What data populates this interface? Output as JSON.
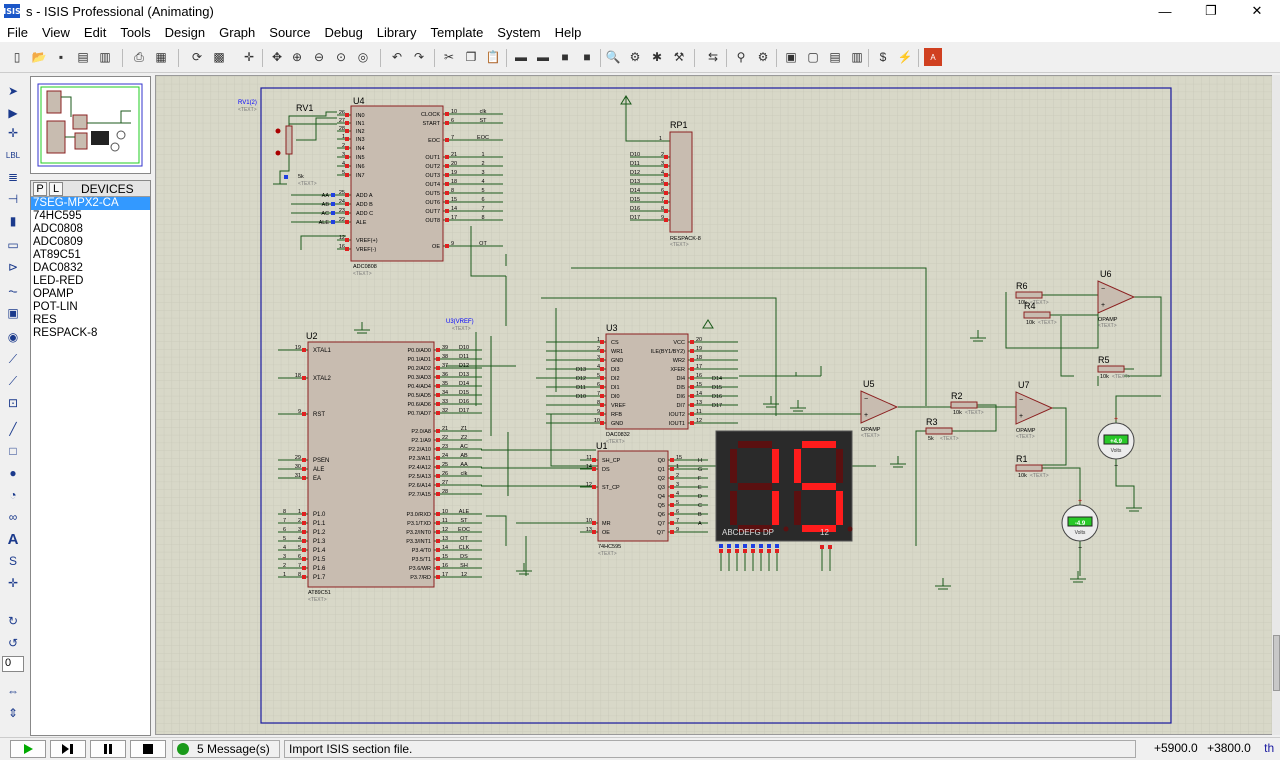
{
  "window": {
    "title": "s - ISIS Professional (Animating)",
    "logo_text": "ISIS",
    "minimize": "—",
    "maximize": "❐",
    "close": "✕"
  },
  "menu": [
    "File",
    "View",
    "Edit",
    "Tools",
    "Design",
    "Graph",
    "Source",
    "Debug",
    "Library",
    "Template",
    "System",
    "Help"
  ],
  "devices": {
    "tab_p": "P",
    "tab_l": "L",
    "title": "DEVICES",
    "items": [
      "7SEG-MPX2-CA",
      "74HC595",
      "ADC0808",
      "ADC0809",
      "AT89C51",
      "DAC0832",
      "LED-RED",
      "OPAMP",
      "POT-LIN",
      "RES",
      "RESPACK-8"
    ],
    "selected_index": 0
  },
  "left_toolbar": {
    "rotation": "0"
  },
  "status": {
    "messages": "5 Message(s)",
    "message_text": "Import ISIS section file.",
    "coord_x": "+5900.0",
    "coord_y": "+3800.0",
    "unit": "th"
  },
  "schematic": {
    "rv1": {
      "ref": "RV1",
      "val": "5k",
      "net": "RV1(2)",
      "text": "<TEXT>"
    },
    "u4": {
      "ref": "U4",
      "part": "ADC0808",
      "text": "<TEXT>",
      "left_pins": [
        [
          "26",
          "IN0"
        ],
        [
          "27",
          "IN1"
        ],
        [
          "28",
          "IN2"
        ],
        [
          "1",
          "IN3"
        ],
        [
          "2",
          "IN4"
        ],
        [
          "3",
          "IN5"
        ],
        [
          "4",
          "IN6"
        ],
        [
          "5",
          "IN7"
        ],
        [
          "25",
          "ADD A"
        ],
        [
          "24",
          "ADD B"
        ],
        [
          "23",
          "ADD C"
        ],
        [
          "22",
          "ALE"
        ],
        [
          "12",
          "VREF(+)"
        ],
        [
          "16",
          "VREF(-)"
        ]
      ],
      "left_nets": [
        "AA",
        "AB",
        "AC",
        "ALE"
      ],
      "right_pins": [
        [
          "10",
          "CLOCK",
          "clk"
        ],
        [
          "6",
          "START",
          "ST"
        ],
        [
          "7",
          "EOC",
          "EOC"
        ],
        [
          "21",
          "OUT1",
          "1"
        ],
        [
          "20",
          "OUT2",
          "2"
        ],
        [
          "19",
          "OUT3",
          "3"
        ],
        [
          "18",
          "OUT4",
          "4"
        ],
        [
          "8",
          "OUT5",
          "5"
        ],
        [
          "15",
          "OUT6",
          "6"
        ],
        [
          "14",
          "OUT7",
          "7"
        ],
        [
          "17",
          "OUT8",
          "8"
        ],
        [
          "9",
          "OE",
          "OT"
        ]
      ]
    },
    "rp1": {
      "ref": "RP1",
      "part": "RESPACK-8",
      "text": "<TEXT>",
      "pins": [
        [
          "D10",
          "2"
        ],
        [
          "D11",
          "3"
        ],
        [
          "D12",
          "4"
        ],
        [
          "D13",
          "5"
        ],
        [
          "D14",
          "6"
        ],
        [
          "D15",
          "7"
        ],
        [
          "D16",
          "8"
        ],
        [
          "D17",
          "9"
        ]
      ],
      "top_pin": "1"
    },
    "u2": {
      "ref": "U2",
      "part": "AT89C51",
      "text": "<TEXT>",
      "left_pins": [
        [
          "19",
          "XTAL1"
        ],
        [
          "18",
          "XTAL2"
        ],
        [
          "9",
          "RST"
        ],
        [
          "29",
          "PSEN"
        ],
        [
          "30",
          "ALE"
        ],
        [
          "31",
          "EA"
        ],
        [
          "1",
          "P1.0"
        ],
        [
          "2",
          "P1.1"
        ],
        [
          "3",
          "P1.2"
        ],
        [
          "4",
          "P1.3"
        ],
        [
          "5",
          "P1.4"
        ],
        [
          "6",
          "P1.5"
        ],
        [
          "7",
          "P1.6"
        ],
        [
          "8",
          "P1.7"
        ]
      ],
      "left_nets": [
        "8",
        "7",
        "6",
        "5",
        "4",
        "3",
        "2",
        "1"
      ],
      "right_pins": [
        [
          "39",
          "P0.0/AD0",
          "D10"
        ],
        [
          "38",
          "P0.1/AD1",
          "D11"
        ],
        [
          "37",
          "P0.2/AD2",
          "D12"
        ],
        [
          "36",
          "P0.3/AD3",
          "D13"
        ],
        [
          "35",
          "P0.4/AD4",
          "D14"
        ],
        [
          "34",
          "P0.5/AD5",
          "D15"
        ],
        [
          "33",
          "P0.6/AD6",
          "D16"
        ],
        [
          "32",
          "P0.7/AD7",
          "D17"
        ],
        [
          "21",
          "P2.0/A8",
          "Z1"
        ],
        [
          "22",
          "P2.1/A9",
          "Z2"
        ],
        [
          "23",
          "P2.2/A10",
          "AC"
        ],
        [
          "24",
          "P2.3/A11",
          "AB"
        ],
        [
          "25",
          "P2.4/A12",
          "AA"
        ],
        [
          "26",
          "P2.5/A13",
          "clk"
        ],
        [
          "27",
          "P2.6/A14",
          ""
        ],
        [
          "28",
          "P2.7/A15",
          ""
        ],
        [
          "10",
          "P3.0/RXD",
          "ALE"
        ],
        [
          "11",
          "P3.1/TXD",
          "ST"
        ],
        [
          "12",
          "P3.2/INT0",
          "EOC"
        ],
        [
          "13",
          "P3.3/INT1",
          "OT"
        ],
        [
          "14",
          "P3.4/T0",
          "CLK"
        ],
        [
          "15",
          "P3.5/T1",
          "DS"
        ],
        [
          "16",
          "P3.6/WR",
          "SH"
        ],
        [
          "17",
          "P3.7/RD",
          "12"
        ]
      ]
    },
    "u3": {
      "ref": "U3",
      "part": "DAC0832",
      "text": "<TEXT>",
      "net": "U3(VREF)",
      "left_pins": [
        [
          "1",
          "CS"
        ],
        [
          "2",
          "WR1"
        ],
        [
          "3",
          "GND"
        ],
        [
          "4",
          "DI3"
        ],
        [
          "5",
          "DI2"
        ],
        [
          "6",
          "DI1"
        ],
        [
          "7",
          "DI0"
        ],
        [
          "8",
          "VREF"
        ],
        [
          "9",
          "RFB"
        ],
        [
          "10",
          "GND"
        ]
      ],
      "left_nets": [
        "",
        "",
        "",
        "D13",
        "D12",
        "D11",
        "D10",
        "",
        "",
        ""
      ],
      "right_pins": [
        [
          "20",
          "VCC"
        ],
        [
          "19",
          "ILE(BY1/BY2)"
        ],
        [
          "18",
          "WR2"
        ],
        [
          "17",
          "XFER"
        ],
        [
          "16",
          "DI4"
        ],
        [
          "15",
          "DI5"
        ],
        [
          "14",
          "DI6"
        ],
        [
          "13",
          "DI7"
        ],
        [
          "11",
          "IOUT2"
        ],
        [
          "12",
          "IOUT1"
        ]
      ],
      "right_nets": [
        "",
        "",
        "",
        "",
        "D14",
        "D15",
        "D16",
        "D17",
        "",
        ""
      ],
      "inner_left_nets": [
        "D13",
        "D12",
        "D11",
        "D10",
        "D17"
      ]
    },
    "u1": {
      "ref": "U1",
      "part": "74HC595",
      "text": "<TEXT>",
      "left_pins": [
        [
          "11",
          "SH_CP"
        ],
        [
          "14",
          "DS"
        ],
        [
          "12",
          "ST_CP"
        ],
        [
          "10",
          "MR"
        ],
        [
          "13",
          "OE"
        ]
      ],
      "right_pins": [
        [
          "15",
          "Q0",
          "H"
        ],
        [
          "1",
          "Q1",
          "G"
        ],
        [
          "2",
          "Q2",
          "F"
        ],
        [
          "3",
          "Q3",
          "E"
        ],
        [
          "4",
          "Q4",
          "D"
        ],
        [
          "5",
          "Q5",
          "C"
        ],
        [
          "6",
          "Q6",
          "B"
        ],
        [
          "7",
          "Q7",
          "A"
        ],
        [
          "9",
          "Q7'",
          ""
        ]
      ]
    },
    "display": {
      "digits": "15",
      "seg_label": "ABCDEFG  DP",
      "sel_label": "12"
    },
    "u5": {
      "ref": "U5",
      "part": "OPAMP",
      "text": "<TEXT>"
    },
    "u6": {
      "ref": "U6",
      "part": "OPAMP",
      "text": "<TEXT>"
    },
    "u7": {
      "ref": "U7",
      "part": "OPAMP",
      "text": "<TEXT>"
    },
    "r1": {
      "ref": "R1",
      "val": "10k",
      "text": "<TEXT>"
    },
    "r2": {
      "ref": "R2",
      "val": "10k",
      "text": "<TEXT>"
    },
    "r3": {
      "ref": "R3",
      "val": "5k",
      "text": "<TEXT>"
    },
    "r4": {
      "ref": "R4",
      "val": "10k",
      "text": "<TEXT>"
    },
    "r5": {
      "ref": "R5",
      "val": "10k",
      "text": "<TEXT>"
    },
    "r6": {
      "ref": "R6",
      "val": "10k",
      "text": "<TEXT>"
    },
    "vm1": {
      "reading": "+4.9",
      "unit": "Volts"
    },
    "vm2": {
      "reading": "-4.9",
      "unit": "Volts"
    }
  },
  "colors": {
    "canvas_bg": "#d8d8c8",
    "grid": "#c7c7b7",
    "border": "#1a1aa0",
    "wire": "#1b5a1b",
    "chip_fill": "#c8bcb0",
    "chip_stroke": "#8b2020",
    "pin_red": "#e02020",
    "pin_blue": "#2040e0",
    "display_bg": "#2a2a2a",
    "seg_on": "#ff1c1c",
    "seg_off": "#5a1010",
    "lcd": "#28c828"
  }
}
